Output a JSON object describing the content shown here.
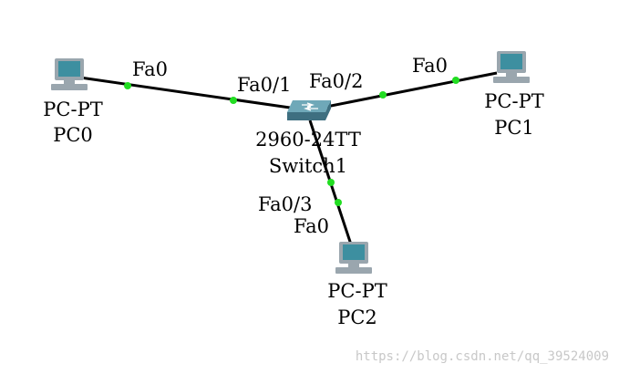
{
  "colors": {
    "link": "#000000",
    "link_status_up": "#22dd22",
    "pc_body": "#9aa6ae",
    "pc_screen": "#3d8fa0",
    "switch_top": "#6fa8b8",
    "switch_side": "#3e6f80",
    "text": "#000000",
    "watermark": "#c8c8c8"
  },
  "devices": {
    "pc0": {
      "icon": "pc-icon",
      "model": "PC-PT",
      "name": "PC0"
    },
    "pc1": {
      "icon": "pc-icon",
      "model": "PC-PT",
      "name": "PC1"
    },
    "pc2": {
      "icon": "pc-icon",
      "model": "PC-PT",
      "name": "PC2"
    },
    "switch1": {
      "icon": "switch-icon",
      "model": "2960-24TT",
      "name": "Switch1"
    }
  },
  "links": {
    "pc0_switch": {
      "pc_port": "Fa0",
      "switch_port": "Fa0/1"
    },
    "pc1_switch": {
      "pc_port": "Fa0",
      "switch_port": "Fa0/2"
    },
    "pc2_switch": {
      "pc_port": "Fa0",
      "switch_port": "Fa0/3"
    }
  },
  "watermark": "https://blog.csdn.net/qq_39524009"
}
